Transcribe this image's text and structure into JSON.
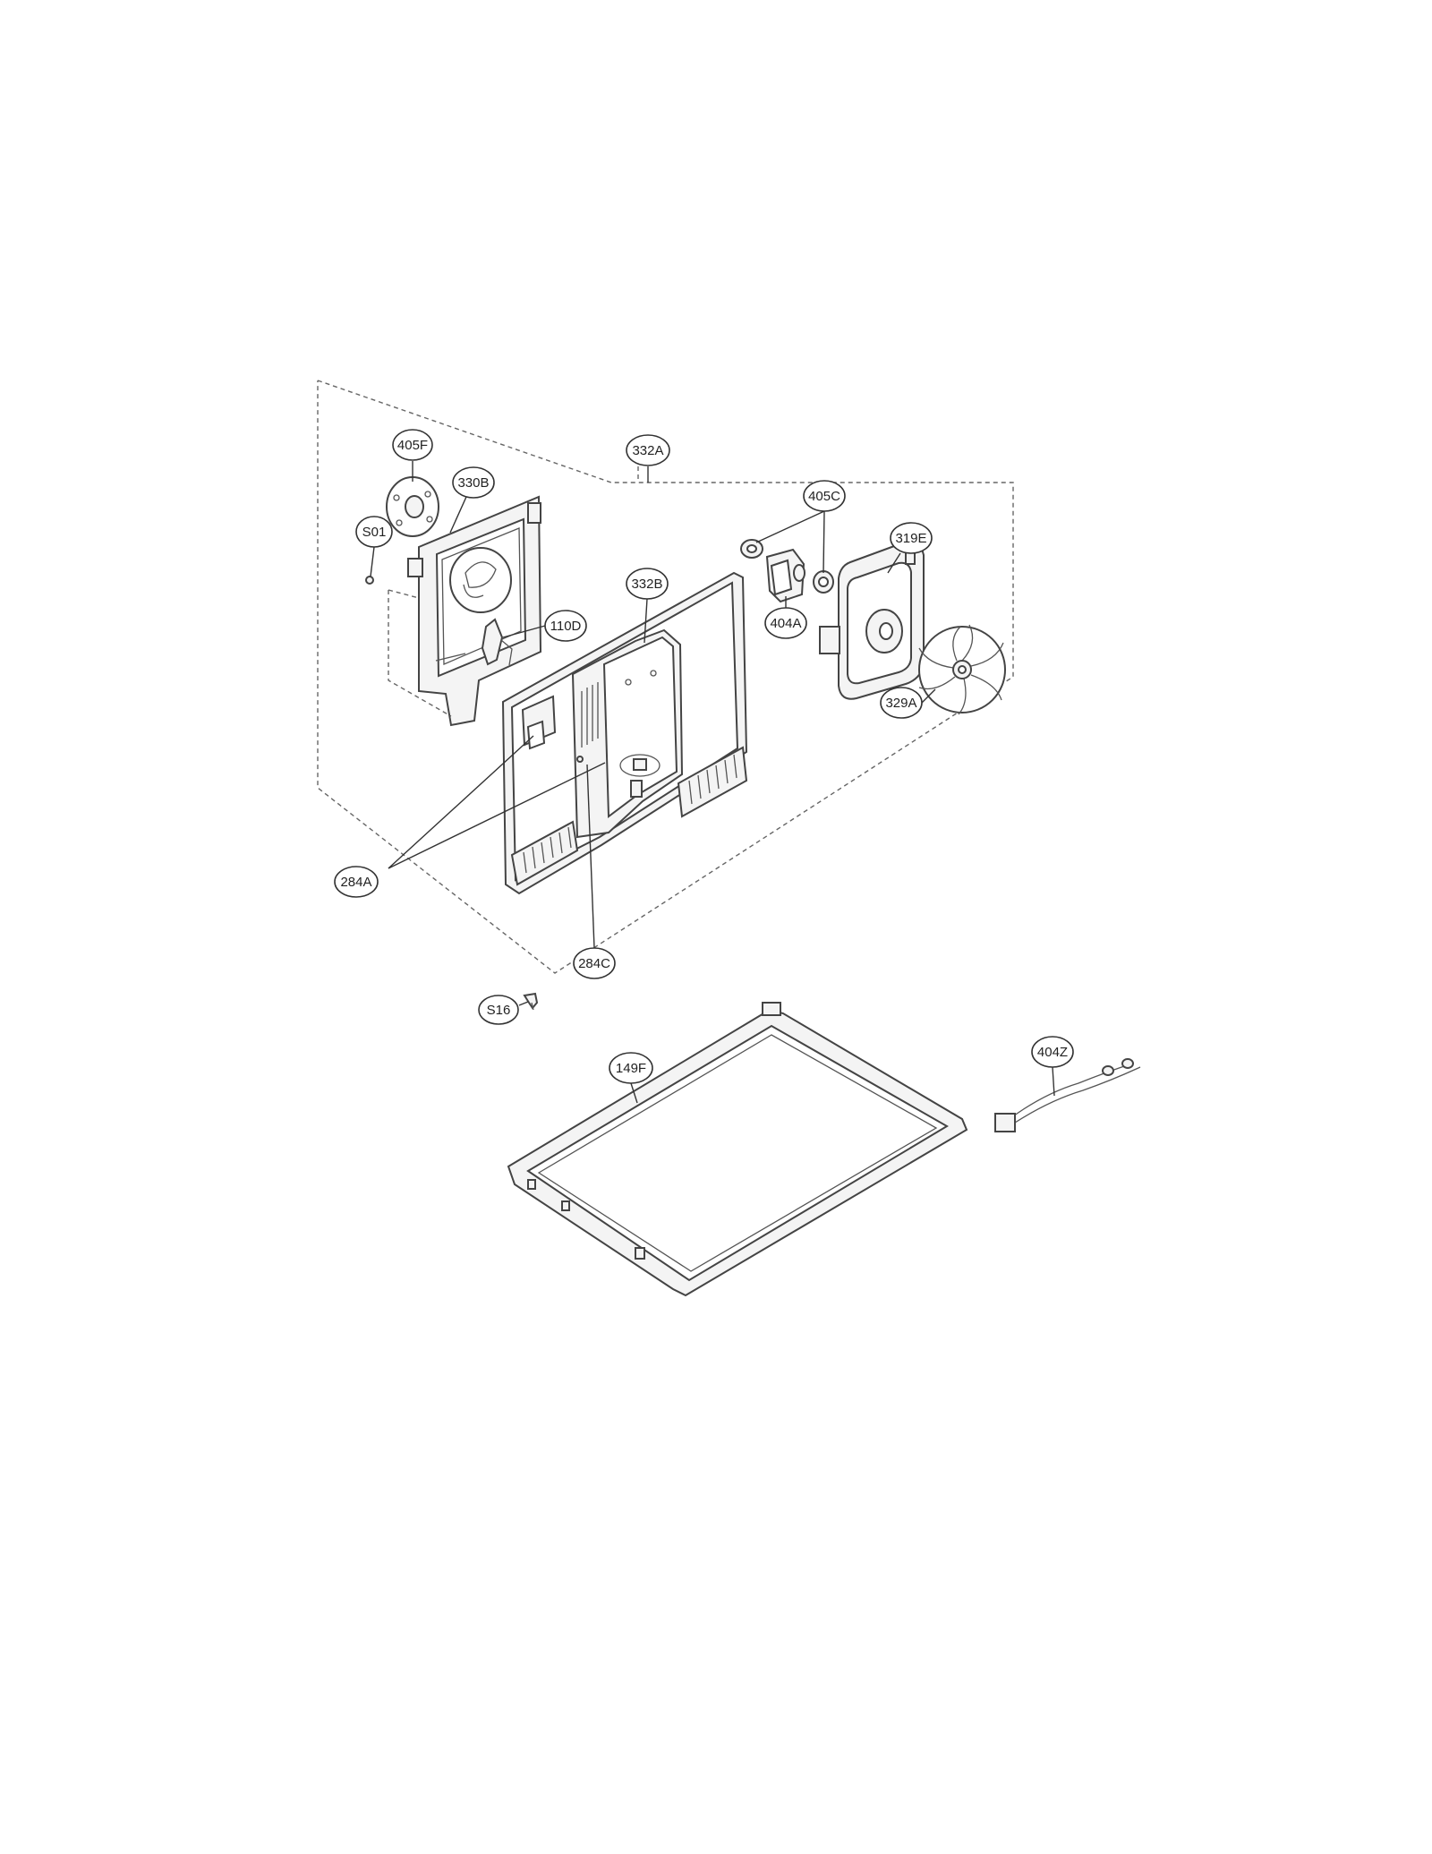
{
  "labels": {
    "l405F": "405F",
    "l330B": "330B",
    "l332A": "332A",
    "lS01": "S01",
    "l405C": "405C",
    "l319E": "319E",
    "l332B": "332B",
    "l110D": "110D",
    "l404A": "404A",
    "l329A": "329A",
    "l284A": "284A",
    "l284C": "284C",
    "lS16": "S16",
    "l149F": "149F",
    "l404Z": "404Z"
  }
}
